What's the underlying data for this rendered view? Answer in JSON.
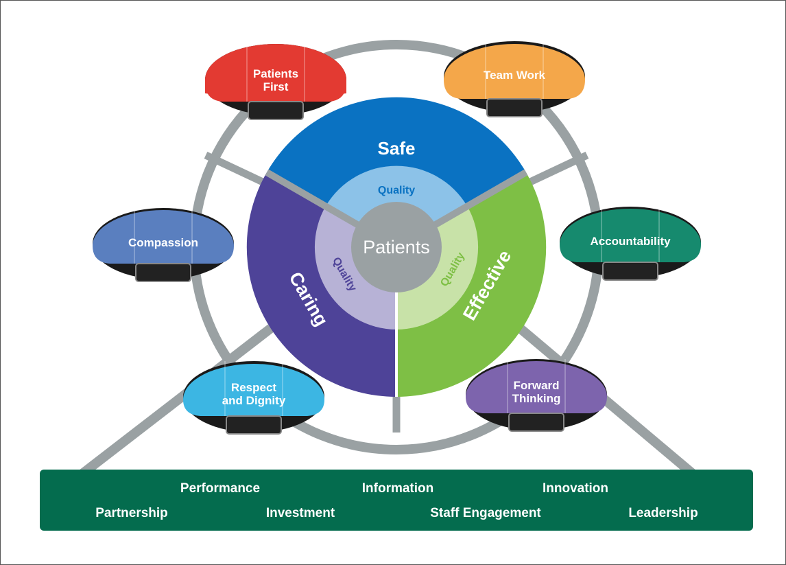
{
  "hub": {
    "label": "Patients"
  },
  "segments": {
    "safe": {
      "label": "Safe",
      "inner_label": "Quality",
      "color": "#0a72c2",
      "inner_color": "#8cc2e8"
    },
    "caring": {
      "label": "Caring",
      "inner_label": "Quality",
      "color": "#4e4398",
      "inner_color": "#b7b2d6"
    },
    "effective": {
      "label": "Effective",
      "inner_label": "Quality",
      "color": "#7ebf45",
      "inner_color": "#c8e2a8"
    }
  },
  "pods": {
    "patients_first": {
      "line1": "Patients",
      "line2": "First",
      "color": "#e33a32"
    },
    "team_work": {
      "line1": "Team Work",
      "color": "#f4a74a"
    },
    "compassion": {
      "line1": "Compassion",
      "color": "#5a7fbf"
    },
    "accountability": {
      "line1": "Accountability",
      "color": "#168a6e"
    },
    "respect_and_dignity": {
      "line1": "Respect",
      "line2": "and Dignity",
      "color": "#3cb6e3"
    },
    "forward_thinking": {
      "line1": "Forward",
      "line2": "Thinking",
      "color": "#7d64ad"
    }
  },
  "base": {
    "color": "#046c4e",
    "row1": [
      "Performance",
      "Information",
      "Innovation"
    ],
    "row2": [
      "Partnership",
      "Investment",
      "Staff Engagement",
      "Leadership"
    ]
  },
  "frame_color": "#9aa1a3"
}
